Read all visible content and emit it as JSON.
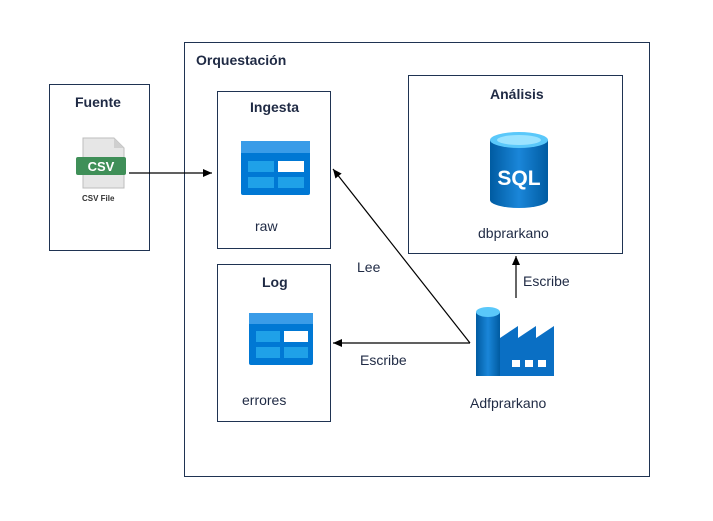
{
  "fuente": {
    "title": "Fuente",
    "file_badge": "CSV",
    "file_caption": "CSV File"
  },
  "orquestacion": {
    "title": "Orquestación"
  },
  "ingesta": {
    "title": "Ingesta",
    "label": "raw"
  },
  "log": {
    "title": "Log",
    "label": "errores"
  },
  "analisis": {
    "title": "Análisis",
    "db_badge": "SQL",
    "label": "dbprarkano"
  },
  "factory": {
    "label": "Adfprarkano"
  },
  "edges": {
    "lee": "Lee",
    "escribe_log": "Escribe",
    "escribe_sql": "Escribe"
  },
  "colors": {
    "border": "#1f3352",
    "azure_blue": "#0078d4",
    "csv_green": "#3f8f58"
  }
}
